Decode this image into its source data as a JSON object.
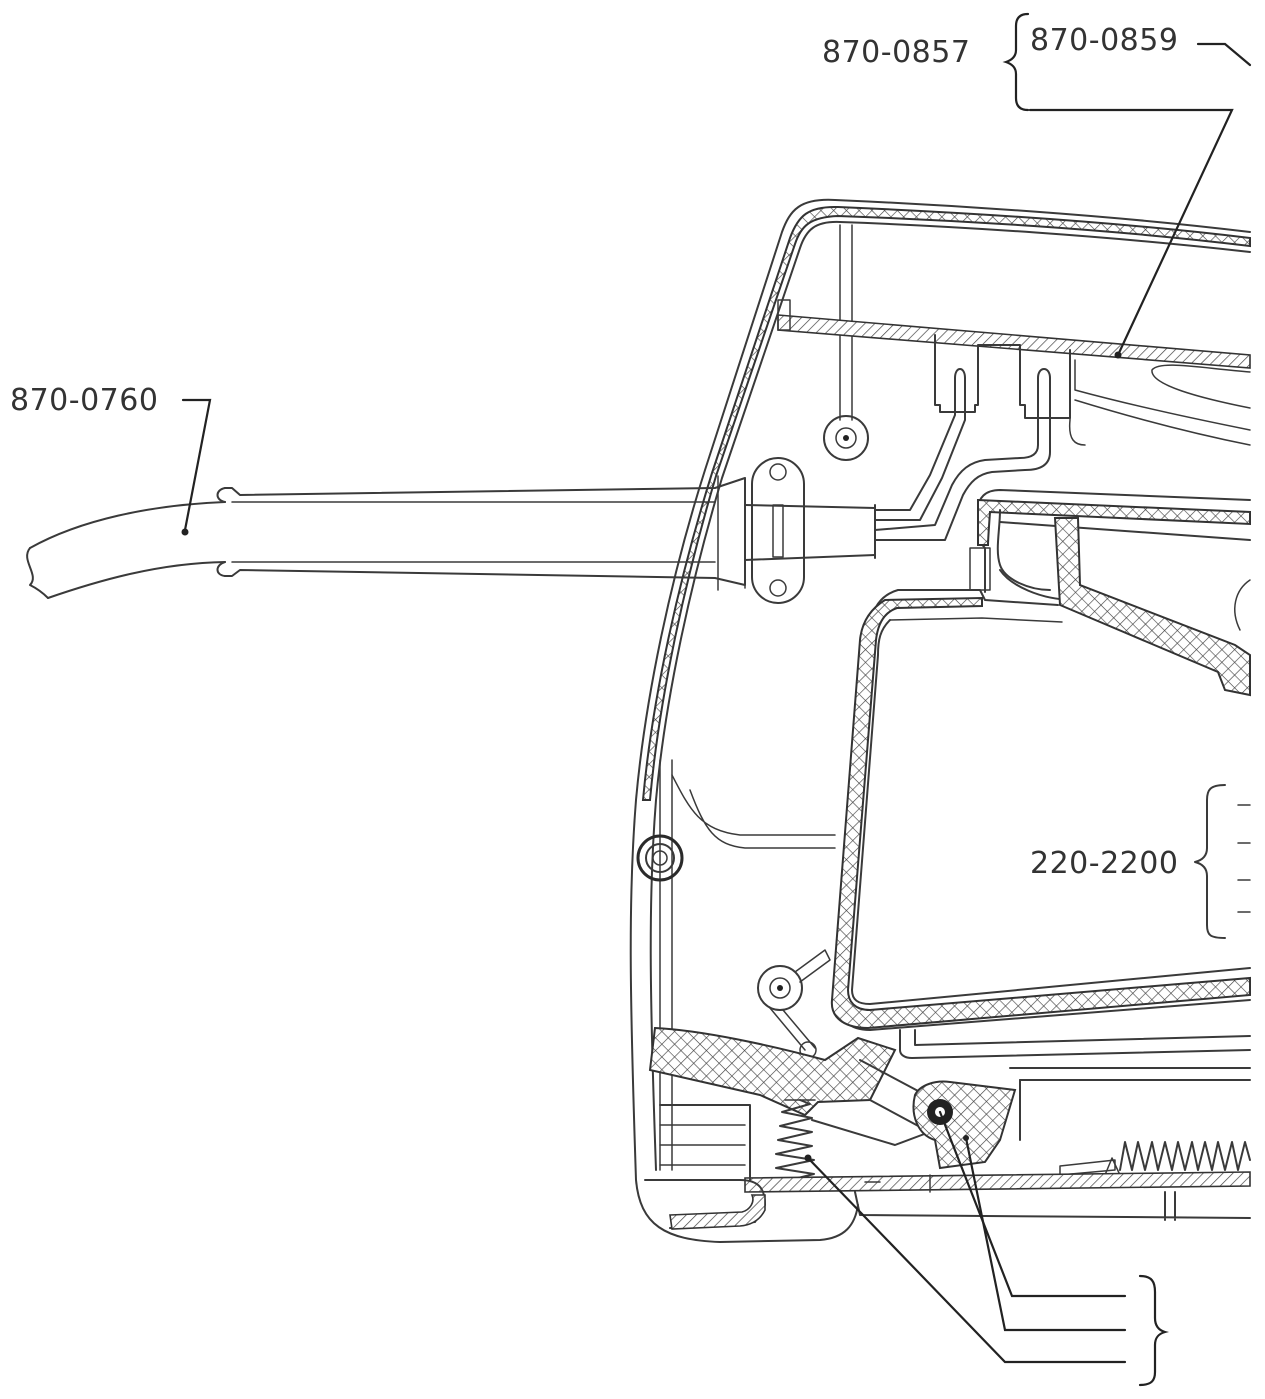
{
  "labels": {
    "cord": "870-0760",
    "group_bracket": "870-0857",
    "top_part": "870-0859",
    "side_group": "220-2200"
  }
}
